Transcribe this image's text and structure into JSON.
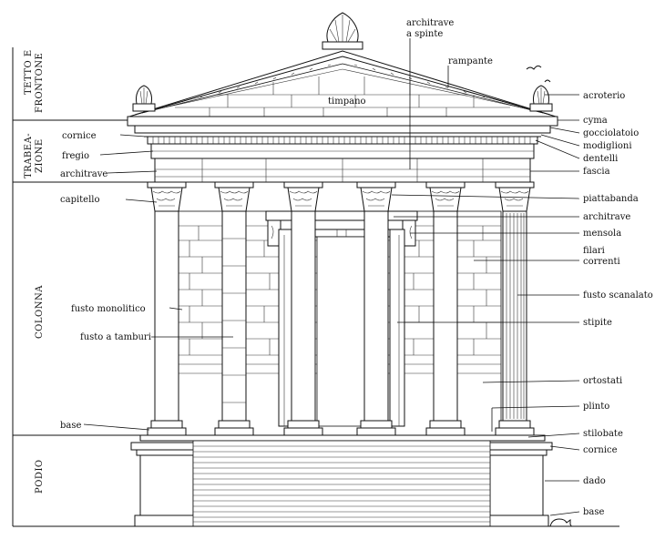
{
  "diagram": {
    "sections": {
      "tetto": [
        "TETTO E",
        "FRONTONE"
      ],
      "trabeazione": [
        "TRABEA-",
        "ZIONE"
      ],
      "colonna": "COLONNA",
      "podio": "PODIO"
    },
    "labels_left": {
      "cornice": "cornice",
      "fregio": "fregio",
      "architrave": "architrave",
      "capitello": "capitello",
      "fusto_monolitico": "fusto monolitico",
      "fusto_tamburi": "fusto a tamburi",
      "base": "base"
    },
    "labels_top": {
      "architrave_spinte": [
        "architrave",
        "a spinte"
      ],
      "rampante": "rampante",
      "timpano": "timpano"
    },
    "labels_right": {
      "acroterio": "acroterio",
      "cyma": "cyma",
      "gocciolatoio": "gocciolatoio",
      "modiglioni": "modiglioni",
      "dentelli": "dentelli",
      "fascia": "fascia",
      "piattabanda": "piattabanda",
      "architrave": "architrave",
      "mensola": "mensola",
      "filari_correnti": [
        "filari",
        "correnti"
      ],
      "fusto_scanalato": "fusto scanalato",
      "stipite": "stipite",
      "ortostati": "ortostati",
      "plinto": "plinto",
      "stilobate": "stilobate",
      "cornice": "cornice",
      "dado": "dado",
      "base": "base"
    }
  }
}
